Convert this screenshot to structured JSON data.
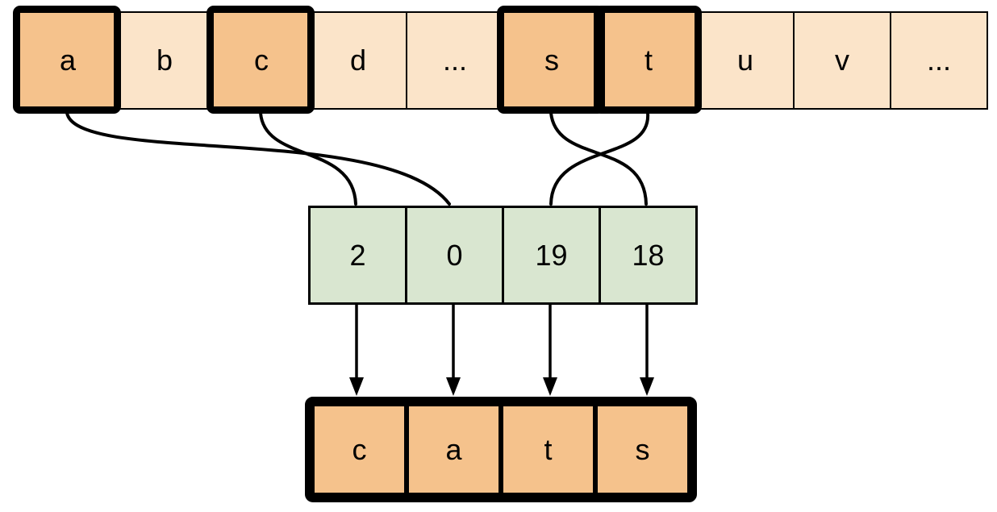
{
  "diagram": {
    "description_colors": {
      "highlight_fill": "#f5c28c",
      "base_fill": "#fbe4c9",
      "index_fill": "#d9e6d0",
      "line": "#000000",
      "background": "#ffffff"
    }
  },
  "colors": {
    "highlight_fill": "#f5c28c",
    "base_fill": "#fbe4c9",
    "index_fill": "#d9e6d0",
    "line_color": "#000000",
    "bg_color": "#ffffff"
  },
  "alphabet_row": {
    "cells": [
      {
        "label": "a",
        "highlighted": true
      },
      {
        "label": "b",
        "highlighted": false
      },
      {
        "label": "c",
        "highlighted": true
      },
      {
        "label": "d",
        "highlighted": false
      },
      {
        "label": "...",
        "highlighted": false
      },
      {
        "label": "s",
        "highlighted": true
      },
      {
        "label": "t",
        "highlighted": true
      },
      {
        "label": "u",
        "highlighted": false
      },
      {
        "label": "v",
        "highlighted": false
      },
      {
        "label": "...",
        "highlighted": false
      }
    ]
  },
  "index_row": {
    "cells": [
      "2",
      "0",
      "19",
      "18"
    ]
  },
  "result_row": {
    "cells": [
      "c",
      "a",
      "t",
      "s"
    ]
  },
  "connections": [
    {
      "from_letter": "a",
      "to_index": "0"
    },
    {
      "from_letter": "c",
      "to_index": "2"
    },
    {
      "from_letter": "s",
      "to_index": "18"
    },
    {
      "from_letter": "t",
      "to_index": "19"
    }
  ]
}
